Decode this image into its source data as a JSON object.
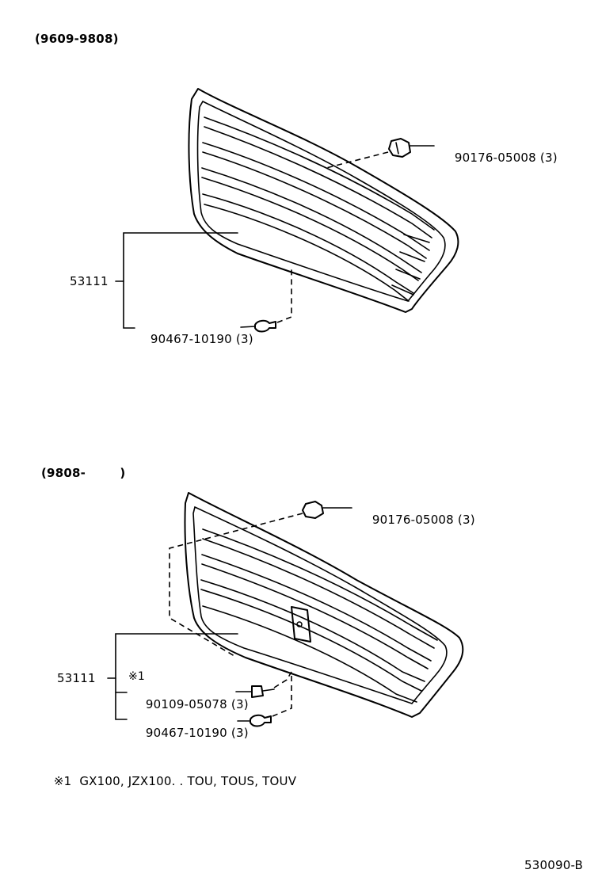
{
  "sections": [
    {
      "date_range": "(9609-9808)",
      "part_number": "53111",
      "callouts": [
        {
          "code": "90176-05008",
          "qty": "(3)"
        },
        {
          "code": "90467-10190",
          "qty": "(3)"
        }
      ]
    },
    {
      "date_range": "(9808-        )",
      "part_number": "53111",
      "note_marker": "※1",
      "callouts": [
        {
          "code": "90176-05008",
          "qty": "(3)"
        },
        {
          "code": "90109-05078",
          "qty": "(3)"
        },
        {
          "code": "90467-10190",
          "qty": "(3)"
        }
      ]
    }
  ],
  "footnote": {
    "marker": "※1",
    "text": "GX100, JZX100. . TOU, TOUS, TOUV"
  },
  "diagram_id": "530090-B"
}
